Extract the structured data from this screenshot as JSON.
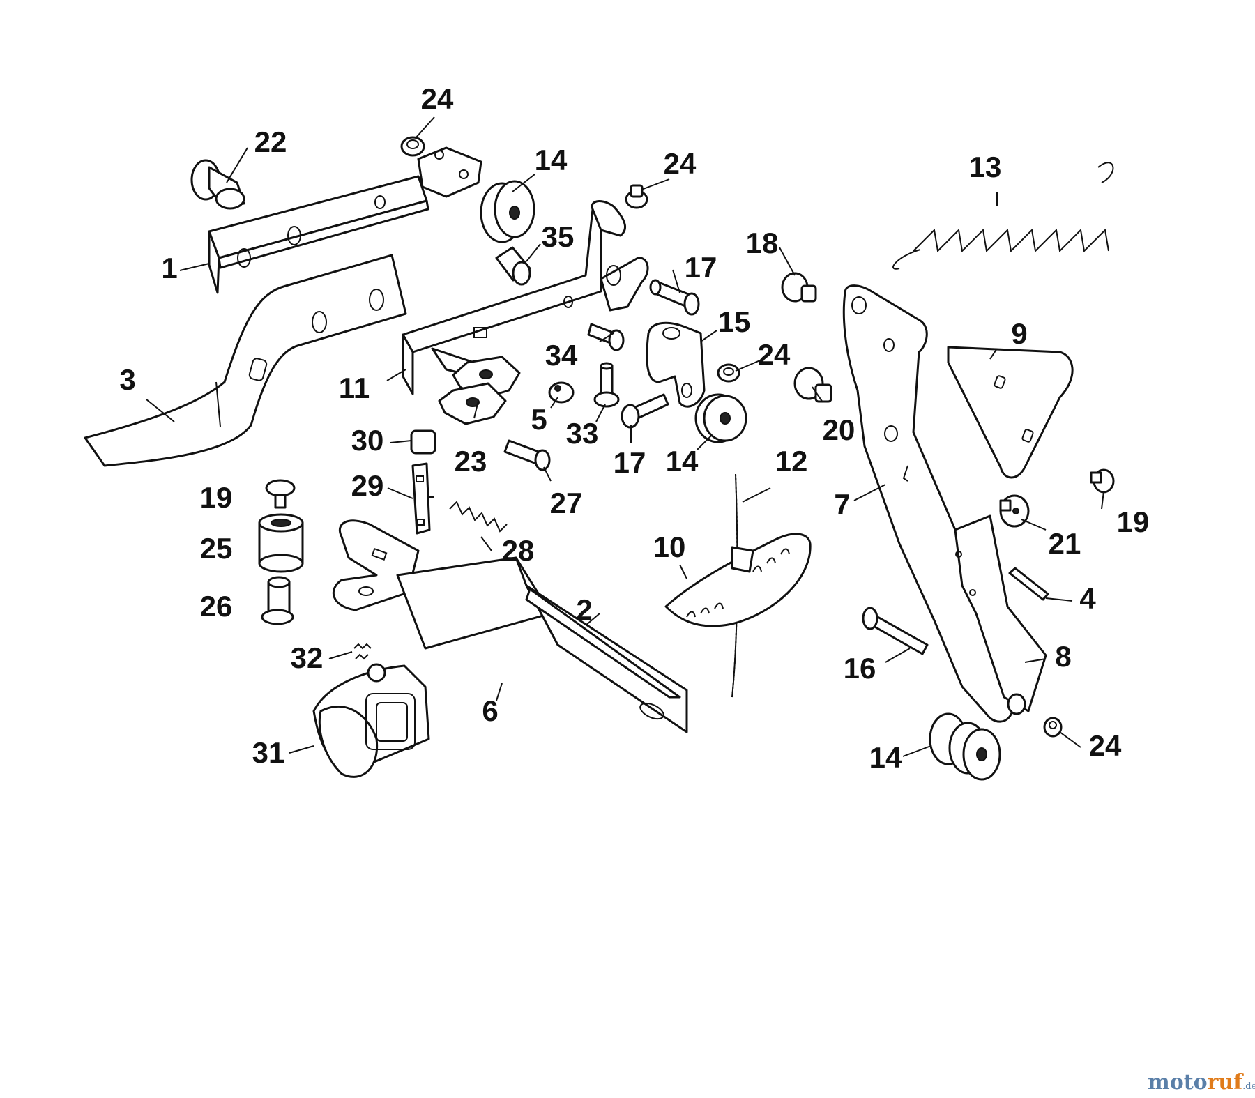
{
  "callouts": {
    "c1": "1",
    "c2": "2",
    "c3": "3",
    "c4": "4",
    "c5": "5",
    "c6": "6",
    "c7": "7",
    "c8": "8",
    "c9": "9",
    "c10": "10",
    "c11": "11",
    "c12": "12",
    "c13": "13",
    "c14a": "14",
    "c14b": "14",
    "c14c": "14",
    "c15": "15",
    "c16": "16",
    "c17a": "17",
    "c17b": "17",
    "c18": "18",
    "c19a": "19",
    "c19b": "19",
    "c20": "20",
    "c21": "21",
    "c22": "22",
    "c23": "23",
    "c24a": "24",
    "c24b": "24",
    "c24c": "24",
    "c24d": "24",
    "c25": "25",
    "c26": "26",
    "c27": "27",
    "c28": "28",
    "c29": "29",
    "c30": "30",
    "c31": "31",
    "c32": "32",
    "c33": "33",
    "c34": "34",
    "c35": "35"
  },
  "watermark": {
    "brand_a": "moto",
    "brand_b": "ruf",
    "tld": ".de",
    "color_a": "#5a7fa8",
    "color_b": "#e07b1a"
  }
}
